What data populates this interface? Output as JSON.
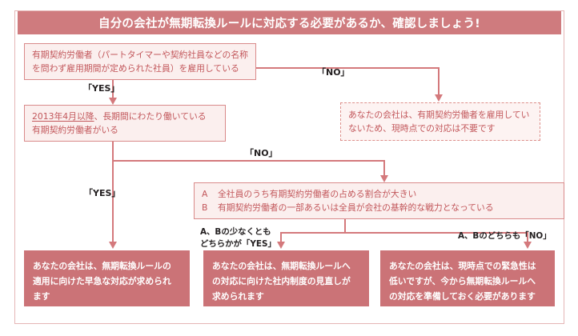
{
  "header": {
    "title": "自分の会社が無期転換ルールに対応する必要があるか、確認しましょう!"
  },
  "nodes": {
    "q1": {
      "line1": "有期契約労働者（パートタイマーや契約社員などの名称",
      "line2": "を問わず雇用期間が定められた社員）を雇用している"
    },
    "no_result": {
      "line1": "あなたの会社は、有期契約労働者を雇用してい",
      "line2": "ないため、現時点での対応は不要です"
    },
    "q2": {
      "line1_underlined": "2013年4月以降",
      "line1_rest": "、長期間にわたり働いている",
      "line2": "有期契約労働者がいる"
    },
    "criteria": {
      "a_key": "A",
      "a_text": "全社員のうち有期契約労働者の占める割合が大きい",
      "b_key": "B",
      "b_text": "有期契約労働者の一部あるいは全員が会社の基幹的な戦力となっている"
    },
    "result_left": {
      "line1": "あなたの会社は、無期転換ルールの",
      "line2": "適用に向けた早急な対応が求められ",
      "line3": "ます"
    },
    "result_center": {
      "line1": "あなたの会社は、無期転換ルールへ",
      "line2": "の対応に向けた社内制度の見直しが",
      "line3": "求められます"
    },
    "result_right": {
      "line1": "あなたの会社は、現時点での緊急性は",
      "line2": "低いですが、今から無期転換ルールへ",
      "line3": "の対応を準備しておく必要があります"
    }
  },
  "edges": {
    "q1_no": "「NO」",
    "q1_yes": "「YES」",
    "q2_no": "「NO」",
    "q2_yes": "「YES」",
    "criteria_yes_line1": "A、Bの少なくとも",
    "criteria_yes_line2": "どちらかが「YES」",
    "criteria_no": "A、Bのどちらも「NO」"
  },
  "colors": {
    "banner": "#cf7b7e",
    "solid_box": "#cb7377",
    "pale_box_fill": "#fbefee",
    "pale_box_border": "#d98a8a",
    "pale_text": "#c2575b",
    "connector": "#d4797c",
    "outer_frame": "#e5b6b6"
  }
}
